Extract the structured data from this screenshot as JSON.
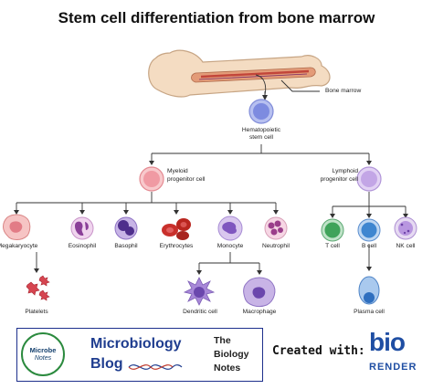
{
  "title": "Stem cell differentiation from bone marrow",
  "bone": {
    "label": "Bone marrow"
  },
  "stem": {
    "label_line1": "Hematopoietic",
    "label_line2": "stem cell"
  },
  "myeloid": {
    "label_line1": "Myeloid",
    "label_line2": "progenitor cell"
  },
  "lymphoid": {
    "label_line1": "Lymphoid",
    "label_line2": "progenitor cell"
  },
  "cells": {
    "megakaryocyte": "Megakaryocyte",
    "eosinophil": "Eosinophil",
    "basophil": "Basophil",
    "erythrocytes": "Erythrocytes",
    "monocyte": "Monocyte",
    "neutrophil": "Neutrophil",
    "tcell": "T cell",
    "bcell": "B cell",
    "nkcell": "NK cell",
    "platelets": "Platelets",
    "dendritic": "Dendritic cell",
    "macrophage": "Macrophage",
    "plasma": "Plasma cell"
  },
  "footer": {
    "microbe_top": "Microbe",
    "microbe_bottom": "Notes",
    "blog_line1": "Microbiology",
    "blog_line2": "Blog",
    "tbn_the": "The",
    "tbn_biology": "Biology",
    "tbn_notes": "Notes",
    "created_with": "Created with:",
    "bio_logo": "bio",
    "render_logo": "RENDER"
  },
  "colors": {
    "stem": "#8f9ce6",
    "myeloid": "#f4a8ae",
    "lymphoid": "#c9aee6",
    "basophil": "#7a5bb3",
    "erythrocyte": "#c9302c",
    "tcell": "#4fb56b",
    "bcell": "#4b95d8",
    "link": "#333333"
  },
  "icons": [
    "bone-icon",
    "stem-cell-icon",
    "myeloid-cell-icon",
    "lymphoid-cell-icon",
    "platelet-icon",
    "dendritic-cell-icon",
    "macrophage-icon"
  ]
}
